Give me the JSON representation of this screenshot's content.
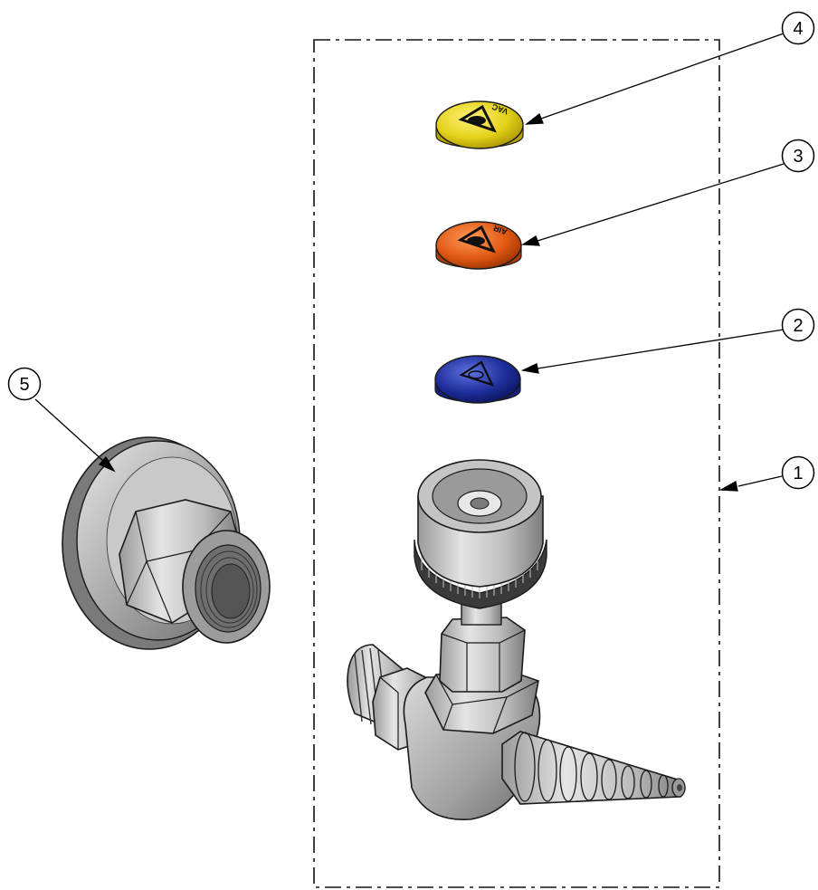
{
  "balloons": [
    {
      "id": "1",
      "label": "1"
    },
    {
      "id": "2",
      "label": "2"
    },
    {
      "id": "3",
      "label": "3"
    },
    {
      "id": "4",
      "label": "4"
    },
    {
      "id": "5",
      "label": "5"
    }
  ],
  "caps": [
    {
      "name": "vac-cap",
      "color": "#e4d21a",
      "text": "VAC"
    },
    {
      "name": "air-cap",
      "color": "#e25a14",
      "text": "AIR"
    },
    {
      "name": "gas-cap",
      "color": "#1f2f9c",
      "text": ""
    }
  ]
}
